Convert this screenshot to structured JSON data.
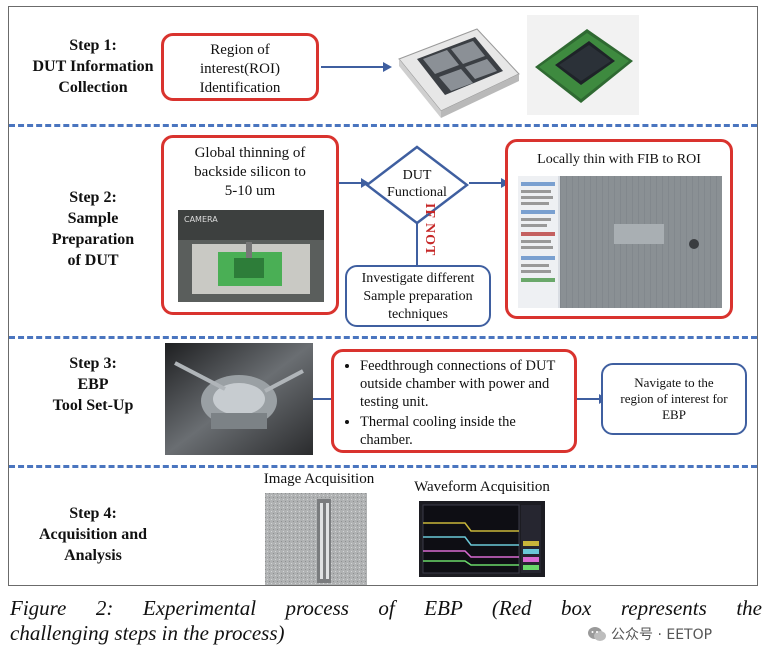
{
  "steps": [
    {
      "title": "Step 1:",
      "lines": [
        "DUT Information",
        "Collection"
      ]
    },
    {
      "title": "Step 2:",
      "lines": [
        "Sample",
        "Preparation",
        "of DUT"
      ]
    },
    {
      "title": "Step 3:",
      "lines": [
        "EBP",
        "Tool Set-Up"
      ]
    },
    {
      "title": "Step 4:",
      "lines": [
        "Acquisition and",
        "Analysis"
      ]
    }
  ],
  "step1": {
    "roi_box": [
      "Region of",
      "interest(ROI)",
      "Identification"
    ]
  },
  "step2": {
    "thinning_box": [
      "Global thinning of",
      "backside silicon to",
      "5-10 um"
    ],
    "decision": [
      "DUT",
      "Functional"
    ],
    "if_not": "IF NOT",
    "investigate_box": [
      "Investigate different",
      "Sample preparation",
      "techniques"
    ],
    "fib_box_title": "Locally thin with FIB to ROI",
    "photo_text": "CAMERA"
  },
  "step3": {
    "bullets": [
      "Feedthrough connections of DUT outside chamber with power and testing unit.",
      "Thermal cooling inside the chamber."
    ],
    "navigate_box": [
      "Navigate to the",
      "region of interest for",
      "EBP"
    ]
  },
  "step4": {
    "image_label": "Image Acquisition",
    "waveform_label": "Waveform Acquisition"
  },
  "caption": [
    "Figure 2: Experimental process of EBP (Red box represents the",
    "challenging steps in the process)"
  ],
  "watermark": "公众号 · EETOP",
  "colors": {
    "red": "#d9332e",
    "blue": "#3f5fa0",
    "dash": "#4a75bf"
  }
}
